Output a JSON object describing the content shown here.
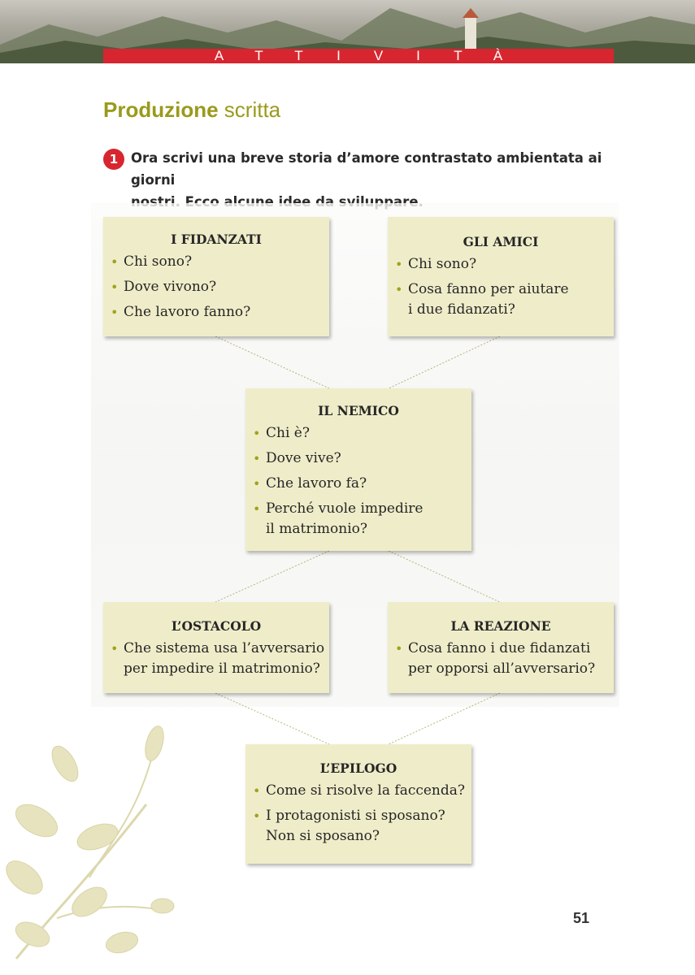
{
  "header": {
    "section_letters": [
      "A",
      "T",
      "T",
      "I",
      "V",
      "I",
      "T",
      "À"
    ]
  },
  "title": {
    "bold": "Produzione",
    "rest": " scritta"
  },
  "exercise": {
    "number": "1",
    "text_line1": "Ora scrivi una breve storia d’amore contrastato ambientata ai giorni",
    "text_line2": "nostri. Ecco alcune idee da sviluppare."
  },
  "boxes": {
    "fidanzati": {
      "title": "I FIDANZATI",
      "items": [
        "Chi sono?",
        "Dove vivono?",
        "Che lavoro fanno?"
      ]
    },
    "amici": {
      "title": "GLI AMICI",
      "items": [
        "Chi sono?",
        "Cosa fanno per aiutare",
        "i due fidanzati?"
      ]
    },
    "nemico": {
      "title": "IL NEMICO",
      "items": [
        "Chi è?",
        "Dove vive?",
        "Che lavoro fa?",
        "Perché vuole impedire",
        "il matrimonio?"
      ]
    },
    "ostacolo": {
      "title": "L’OSTACOLO",
      "items": [
        "Che sistema usa l’avversario",
        "per impedire il matrimonio?"
      ]
    },
    "reazione": {
      "title": "LA REAZIONE",
      "items": [
        "Cosa fanno i due fidanzati",
        "per opporsi all’avversario?"
      ]
    },
    "epilogo": {
      "title": "L’EPILOGO",
      "items": [
        "Come si risolve la faccenda?",
        "I protagonisti si sposano?",
        "Non si sposano?"
      ]
    }
  },
  "colors": {
    "accent_red": "#d7262f",
    "title_olive": "#9a9a1c",
    "box_fill": "#efedc9"
  },
  "page_number": "51"
}
